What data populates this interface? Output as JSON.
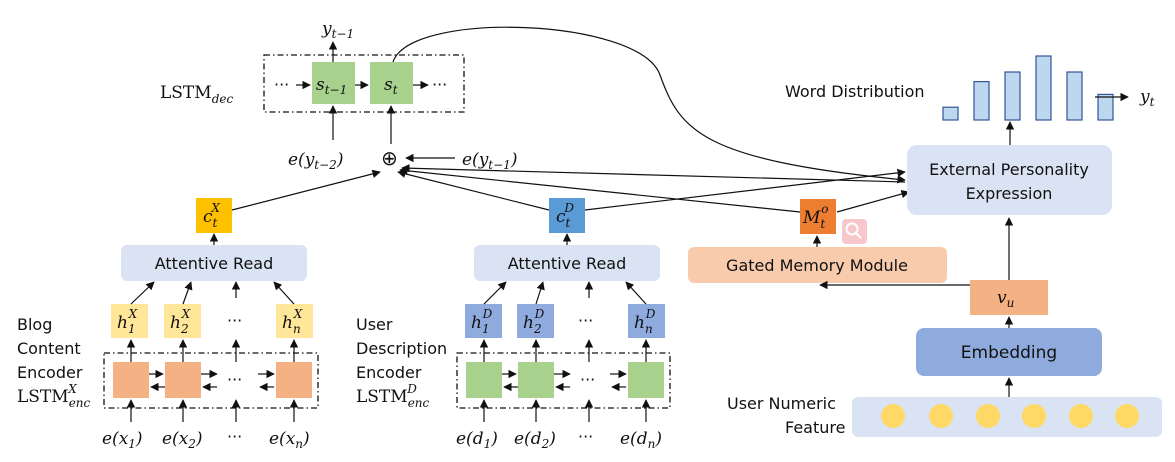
{
  "decoder": {
    "label_main": "LSTM",
    "label_sub": "dec",
    "cell_prev": "s",
    "cell_prev_sub": "t−1",
    "cell_cur": "s",
    "cell_cur_sub": "t",
    "output": "y",
    "output_sub": "t−1",
    "ellipsis": "···",
    "input_left": "e(y",
    "input_left_sub": "t−2",
    "input_right": "e(y",
    "input_right_sub": "t−1",
    "close_paren": ")",
    "plus": "⊕"
  },
  "blog": {
    "label_lines": [
      "Blog",
      "Content",
      "Encoder"
    ],
    "lstm_main": "LSTM",
    "lstm_sub": "enc",
    "lstm_sup": "X",
    "attentive": "Attentive Read",
    "context": "c",
    "context_sub": "t",
    "context_sup": "X",
    "hidden": [
      {
        "base": "h",
        "sub": "1",
        "sup": "X"
      },
      {
        "base": "h",
        "sub": "2",
        "sup": "X"
      },
      {
        "base": "h",
        "sub": "n",
        "sup": "X"
      }
    ],
    "inputs": [
      {
        "base": "e(x",
        "sub": "1",
        "tail": ")"
      },
      {
        "base": "e(x",
        "sub": "2",
        "tail": ")"
      },
      {
        "base": "e(x",
        "sub": "n",
        "tail": ")"
      }
    ],
    "ellipsis": "···"
  },
  "desc": {
    "label_lines": [
      "User",
      "Description",
      "Encoder"
    ],
    "lstm_main": "LSTM",
    "lstm_sub": "enc",
    "lstm_sup": "D",
    "attentive": "Attentive Read",
    "context": "c",
    "context_sub": "t",
    "context_sup": "D",
    "hidden": [
      {
        "base": "h",
        "sub": "1",
        "sup": "D"
      },
      {
        "base": "h",
        "sub": "2",
        "sup": "D"
      },
      {
        "base": "h",
        "sub": "n",
        "sup": "D"
      }
    ],
    "inputs": [
      {
        "base": "e(d",
        "sub": "1",
        "tail": ")"
      },
      {
        "base": "e(d",
        "sub": "2",
        "tail": ")"
      },
      {
        "base": "e(d",
        "sub": "n",
        "tail": ")"
      }
    ],
    "ellipsis": "···"
  },
  "memory": {
    "gated": "Gated Memory Module",
    "output": "M",
    "output_sub": "t",
    "output_sup": "o"
  },
  "personality": {
    "external_lines": [
      "External Personality",
      "Expression"
    ],
    "word_dist": "Word Distribution",
    "final_output": "y",
    "final_output_sub": "t",
    "vu": "v",
    "vu_sub": "u",
    "embedding": "Embedding",
    "feature_lines": [
      "User Numeric",
      "Feature"
    ],
    "bar_levels": [
      0.2,
      0.6,
      0.75,
      1.0,
      0.75,
      0.4
    ]
  },
  "colors": {
    "orange_cell": "#f4b183",
    "yellow_hidden": "#ffe699",
    "gold_context": "#ffc000",
    "green_cell": "#a9d18e",
    "blue_hidden": "#8faadc",
    "blue_context": "#5b9bd5",
    "orange_memory": "#ed7d31",
    "light_blue_box": "#dae3f3",
    "light_orange_box": "#f8cbad",
    "embedding_blue": "#8faadc",
    "feature_yellow": "#ffd966",
    "bar_fill": "#bdd7ee"
  }
}
